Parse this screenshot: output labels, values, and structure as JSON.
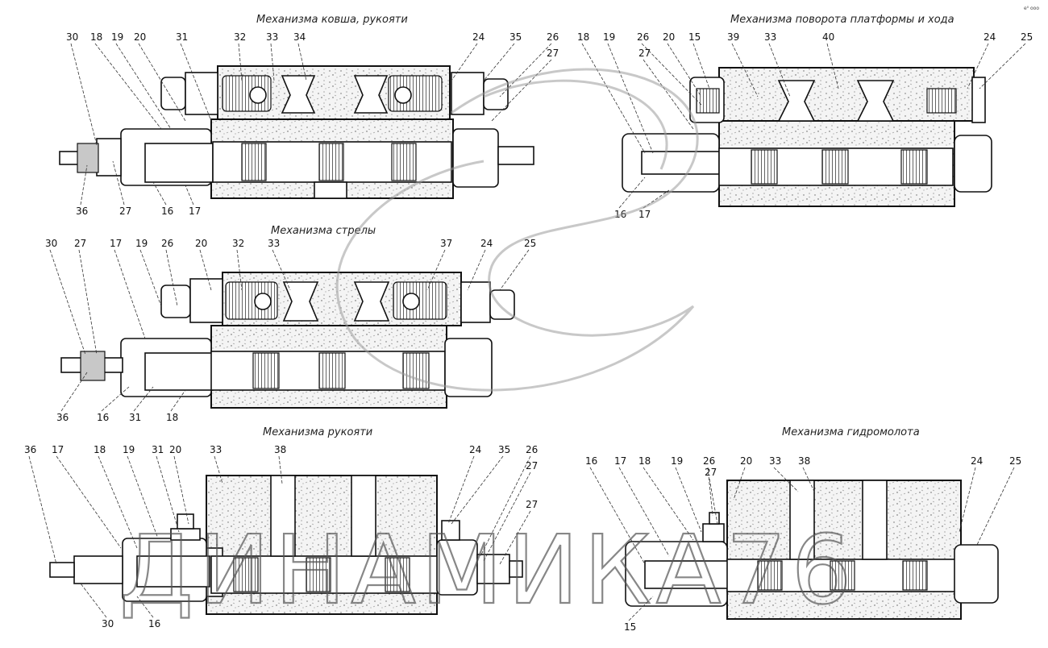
{
  "titles": {
    "bucket_handle": "Механизма ковша, рукояти",
    "swing_travel": "Механизма поворота  платформы и хода",
    "boom": "Механизма стрелы",
    "handle": "Механизма рукояти",
    "hammer": "Механизма гидромолота"
  },
  "watermark": {
    "text": "ДИНАМИКА76",
    "corner_mark": "e⁰ ооо"
  },
  "callouts": {
    "bucket_handle": {
      "top": [
        "30",
        "18",
        "19",
        "20",
        "31",
        "32",
        "33",
        "34",
        "24",
        "35",
        "26",
        "27"
      ],
      "bottom": [
        "36",
        "27",
        "16",
        "17"
      ]
    },
    "swing_travel": {
      "top": [
        "18",
        "19",
        "26",
        "27",
        "20",
        "15",
        "39",
        "33",
        "40",
        "24",
        "25"
      ],
      "bottom": [
        "16",
        "17"
      ]
    },
    "boom": {
      "top": [
        "30",
        "27",
        "17",
        "19",
        "26",
        "20",
        "32",
        "33",
        "37",
        "24",
        "25"
      ],
      "bottom": [
        "36",
        "16",
        "31",
        "18"
      ]
    },
    "handle": {
      "top": [
        "36",
        "17",
        "18",
        "19",
        "31",
        "20",
        "33",
        "38",
        "24",
        "35",
        "26",
        "27",
        "27"
      ],
      "bottom": [
        "30",
        "16"
      ]
    },
    "hammer": {
      "top": [
        "16",
        "17",
        "18",
        "19",
        "26",
        "27",
        "20",
        "33",
        "38",
        "24",
        "25"
      ],
      "bottom": [
        "15"
      ]
    }
  }
}
